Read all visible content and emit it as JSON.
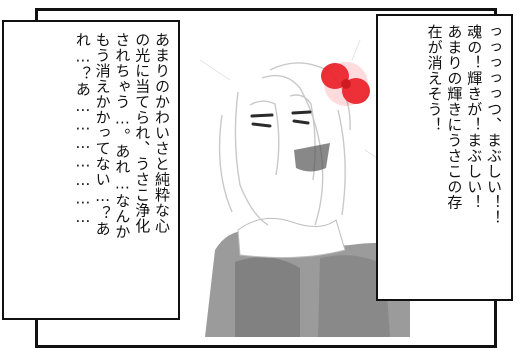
{
  "caption_left": {
    "lines": [
      "あまりのかわいさと純粋な心",
      "の光に当てられ、うさこ浄化",
      "されちゃう…。あれ…なんか",
      "もう消えかかってない…？あ",
      "れ…？あ…………………"
    ]
  },
  "caption_right": {
    "lines": [
      "っっっっっつ、まぶしい！！",
      "魂の！輝きが！まぶしい！",
      "あまりの輝きにうさこの存",
      "在が消えそう！"
    ]
  },
  "colors": {
    "bow": "#e8242b",
    "ink": "#111111"
  }
}
